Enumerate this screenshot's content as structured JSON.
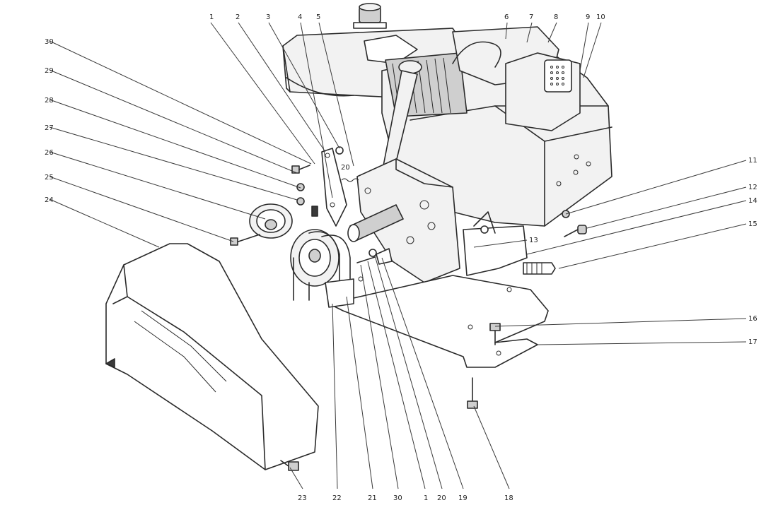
{
  "callouts": {
    "c1": "1",
    "c2": "2",
    "c3": "3",
    "c4": "4",
    "c5": "5",
    "c6": "6",
    "c7": "7",
    "c8": "8",
    "c9": "9",
    "c10": "10",
    "c11": "11",
    "c12": "12",
    "c13": "13",
    "c14": "14",
    "c15": "15",
    "c16": "16",
    "c17": "17",
    "c18": "18",
    "c19": "19",
    "c20": "20",
    "c20b": "20",
    "c21": "21",
    "c22": "22",
    "c23": "23",
    "c24": "24",
    "c25": "25",
    "c26": "26",
    "c27": "27",
    "c28": "28",
    "c29": "29",
    "c30": "30",
    "c30b": "30",
    "c1b": "1"
  }
}
